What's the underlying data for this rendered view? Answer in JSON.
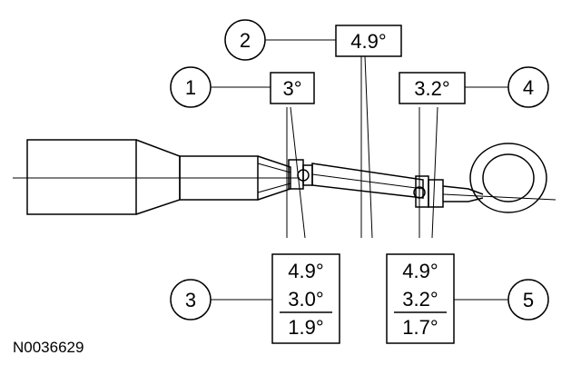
{
  "callouts": [
    {
      "id": "1",
      "value": "3°"
    },
    {
      "id": "2",
      "value": "4.9°"
    },
    {
      "id": "3",
      "values": [
        "4.9°",
        "3.0°",
        "1.9°"
      ]
    },
    {
      "id": "4",
      "value": "3.2°"
    },
    {
      "id": "5",
      "values": [
        "4.9°",
        "3.2°",
        "1.7°"
      ]
    }
  ],
  "figure_code": "N0036629"
}
